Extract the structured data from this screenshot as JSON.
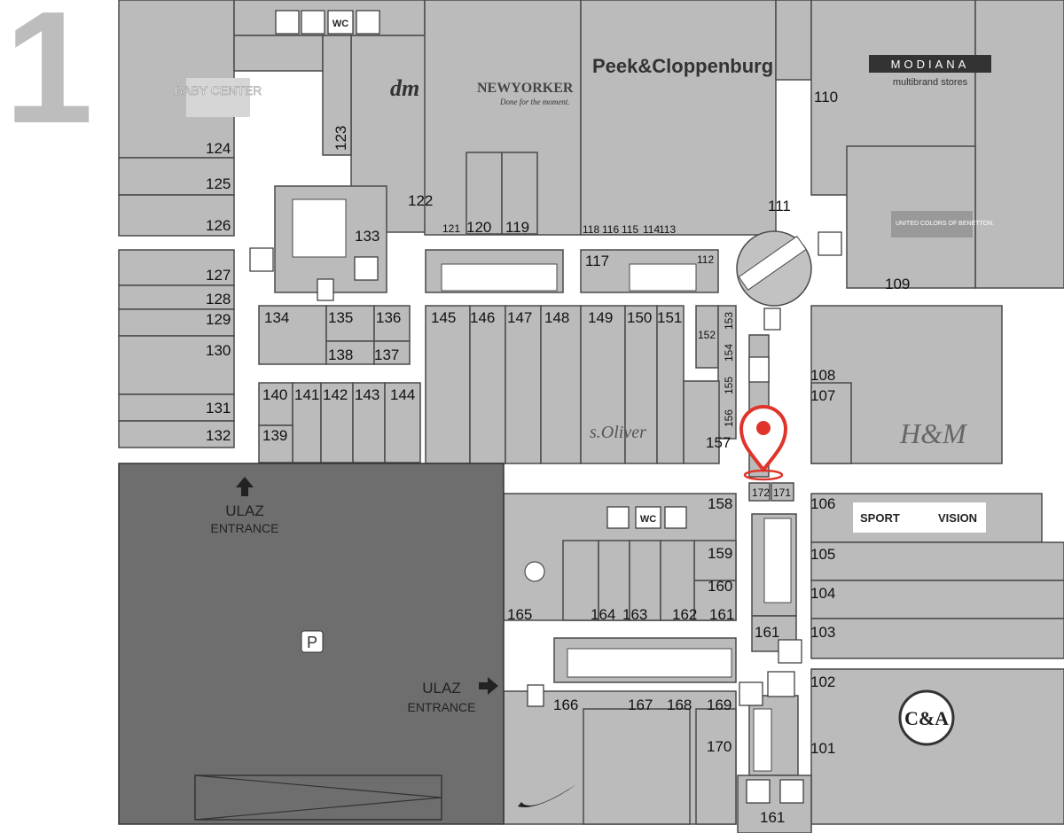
{
  "floor_number": "1",
  "entrances": [
    {
      "ulaz": "ULAZ",
      "entrance": "ENTRANCE"
    },
    {
      "ulaz": "ULAZ",
      "entrance": "ENTRANCE"
    }
  ],
  "parking_symbol": "P",
  "facilities": {
    "wc": "WC",
    "cafe": "cafe-icon",
    "restaurant": "restaurant-icon",
    "elevator": "elevator-icon",
    "escalator": "escalator-icon",
    "disabled": "wheelchair-icon",
    "family": "family-icon",
    "kids": "kids-play-icon"
  },
  "brands": {
    "baby_center": "BABY CENTER",
    "dm": "dm",
    "newyorker": "NEWYORKER",
    "newyorker_tag": "Done for the moment.",
    "peek": "Peek&Cloppenburg",
    "modiana": "MODIANA",
    "modiana_sub": "multibrand stores",
    "benetton": "UNITED COLORS OF BENETTON.",
    "soliver": "s.Oliver",
    "hm": "H&M",
    "sportvision_a": "SPORT",
    "sportvision_b": "VISION",
    "ca": "C&A"
  },
  "colors": {
    "unit": "#bbbbbb",
    "corridor": "#ffffff",
    "parking": "#6e6e6e",
    "marker": "#e0342a",
    "line": "#4a4a4a"
  },
  "shops": [
    "101",
    "102",
    "103",
    "104",
    "105",
    "106",
    "107",
    "108",
    "109",
    "110",
    "111",
    "112",
    "113",
    "114",
    "115",
    "116",
    "117",
    "118",
    "119",
    "120",
    "121",
    "122",
    "123",
    "124",
    "125",
    "126",
    "127",
    "128",
    "129",
    "130",
    "131",
    "132",
    "133",
    "134",
    "135",
    "136",
    "137",
    "138",
    "139",
    "140",
    "141",
    "142",
    "143",
    "144",
    "145",
    "146",
    "147",
    "148",
    "149",
    "150",
    "151",
    "152",
    "153",
    "154",
    "155",
    "156",
    "157",
    "158",
    "159",
    "160",
    "161",
    "161",
    "162",
    "163",
    "164",
    "165",
    "166",
    "167",
    "168",
    "169",
    "170",
    "171",
    "172"
  ],
  "you_are_here": "you-are-here"
}
